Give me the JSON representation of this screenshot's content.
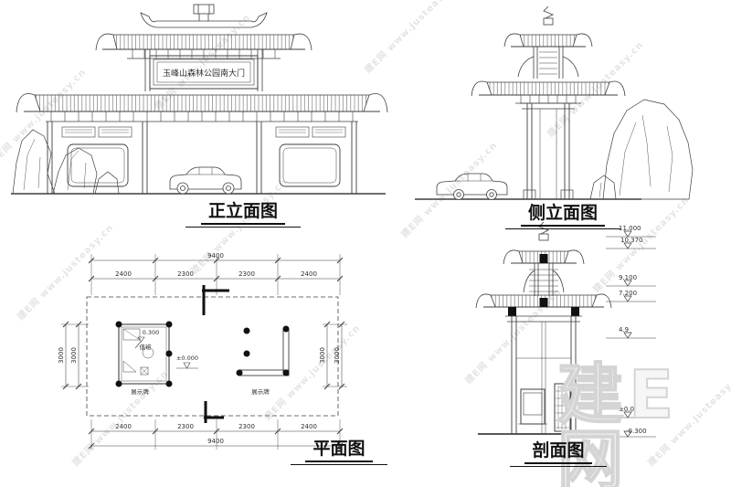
{
  "watermark": {
    "brand": "建E网",
    "diagonal_text": "建E网 www.justeasy.cn"
  },
  "front_elevation": {
    "label": "正立面图",
    "plaque": "玉峰山森林公园南大门"
  },
  "side_elevation": {
    "label": "侧立面图"
  },
  "plan": {
    "label": "平面图",
    "dim_total_top": "9400",
    "dim_total_bottom": "9400",
    "dim_segments_top": [
      "2400",
      "2300",
      "2300",
      "2400"
    ],
    "dim_segments_bottom": [
      "2400",
      "2300",
      "2300",
      "2400"
    ],
    "dim_left": [
      "3000",
      "3000"
    ],
    "dim_right": [
      "3000",
      "3000"
    ],
    "room_level": "0.300",
    "room_label": "值班",
    "sign_left": "展示牌",
    "sign_right": "展示牌",
    "ground_level": "±0.000"
  },
  "section": {
    "label": "剖面图",
    "levels": [
      "11.000",
      "10.370",
      "9.100",
      "7.200",
      "4.9",
      "±0.000",
      "-0.300"
    ]
  }
}
